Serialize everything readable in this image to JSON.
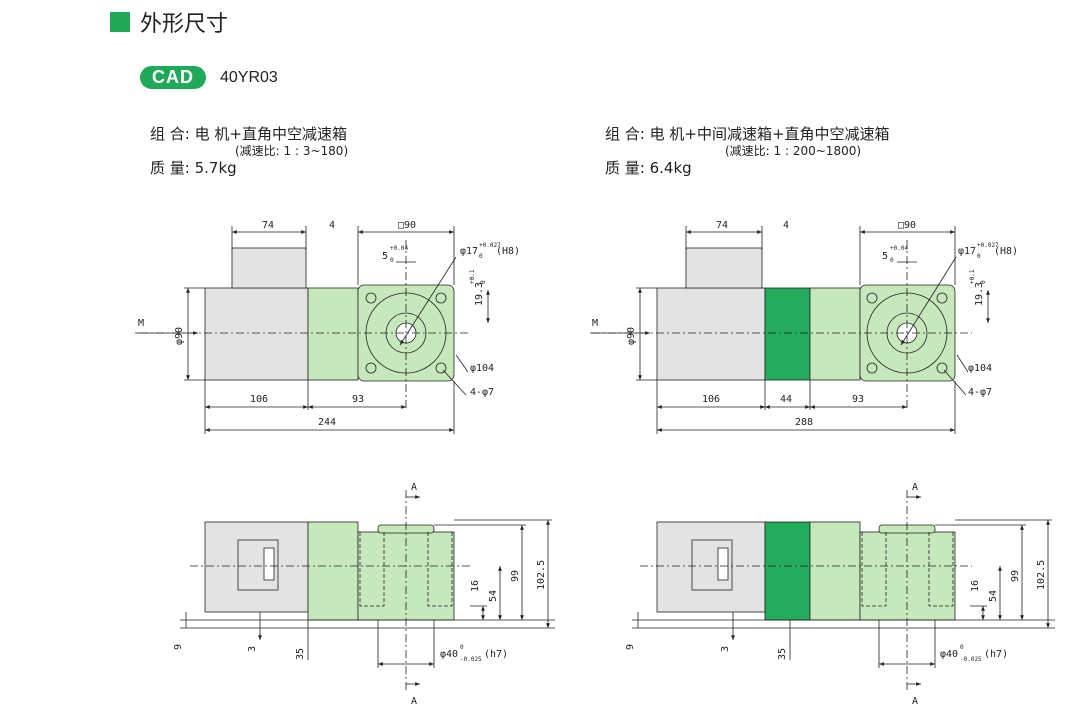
{
  "section": {
    "title": "外形尺寸",
    "icon": "green-square-icon",
    "accent": "#21a95a"
  },
  "cad": {
    "badge": "CAD",
    "model": "40YR03",
    "badge_color": "#21a95a"
  },
  "left": {
    "combo_label": "组 合:",
    "combo_value": "电 机+直角中空减速箱",
    "ratio": "(减速比: 1 : 3~180)",
    "mass_label": "质 量:",
    "mass_value": "5.7kg",
    "dims": {
      "d74": "74",
      "d4": "4",
      "d90sq": "□90",
      "d5": "5",
      "d5tol": "+0.04",
      "d5low": "0",
      "d17": "φ17",
      "d17tol": "+0.027",
      "d17low": "0",
      "d17fit": "(H8)",
      "d19": "19.3",
      "d19tol": "+0.1",
      "d19low": "0",
      "m": "M",
      "phi90": "φ90",
      "phi104": "φ104",
      "holes": "4-φ7",
      "d106": "106",
      "d93": "93",
      "total": "244"
    },
    "front": {
      "a_top": "A",
      "a_bot": "A",
      "d102": "102.5",
      "d99": "99",
      "d54": "54",
      "d16": "16",
      "d9": "9",
      "d3": "3",
      "d35": "35",
      "d40": "φ40",
      "d40tol": "0",
      "d40low": "-0.025",
      "d40fit": "(h7)"
    }
  },
  "right": {
    "combo_label": "组 合:",
    "combo_value": "电 机+中间减速箱+直角中空减速箱",
    "ratio": "(减速比: 1 : 200~1800)",
    "mass_label": "质 量:",
    "mass_value": "6.4kg",
    "dims": {
      "d74": "74",
      "d4": "4",
      "d90sq": "□90",
      "d5": "5",
      "d5tol": "+0.04",
      "d5low": "0",
      "d17": "φ17",
      "d17tol": "+0.027",
      "d17low": "0",
      "d17fit": "(H8)",
      "d19": "19.3",
      "d19tol": "+0.1",
      "d19low": "0",
      "m": "M",
      "phi90": "φ90",
      "phi104": "φ104",
      "holes": "4-φ7",
      "d106": "106",
      "d44": "44",
      "d93": "93",
      "total": "288"
    },
    "front": {
      "a_top": "A",
      "a_bot": "A",
      "d102": "102.5",
      "d99": "99",
      "d54": "54",
      "d16": "16",
      "d9": "9",
      "d3": "3",
      "d35": "35",
      "d40": "φ40",
      "d40tol": "0",
      "d40low": "-0.025",
      "d40fit": "(h7)"
    }
  },
  "colors": {
    "gear_light": "#c7e8bd",
    "gear_mid": "#23ac5e",
    "motor": "#e3e3e3",
    "line": "#222222"
  }
}
